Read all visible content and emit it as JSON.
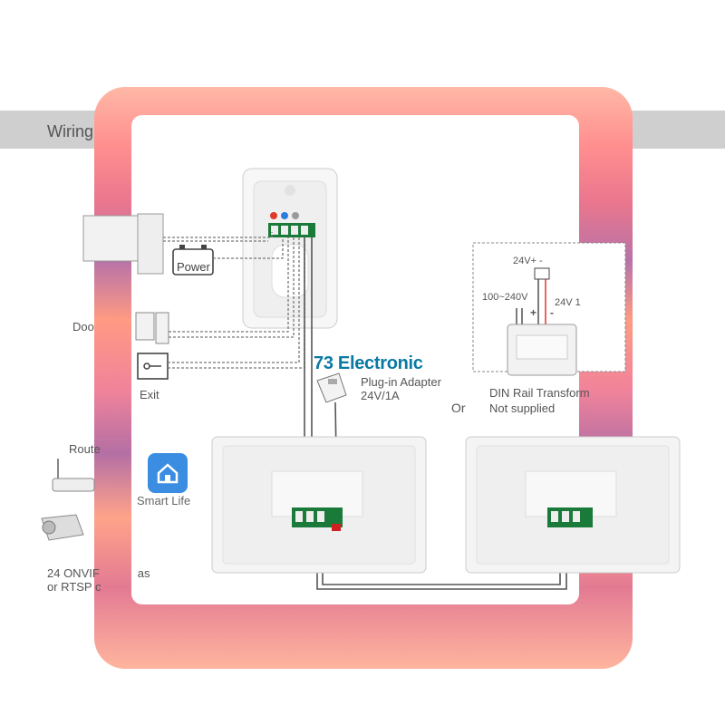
{
  "header": {
    "title": "Wiring"
  },
  "devices": {
    "power_label": "Power",
    "door_label": "Doo",
    "exit_label": "Exit",
    "router_label": "Route",
    "camera_label_line1": "24 ONVIF",
    "camera_label_line1_tail": "as",
    "camera_label_line2": "or RTSP c",
    "smart_life_label": "Smart Life"
  },
  "adapter": {
    "line1": "Plug-in Adapter",
    "line2": "24V/1A"
  },
  "din_rail": {
    "voltage_in": "100~240V",
    "voltage_out_top": "24V+ -",
    "voltage_out_side": "24V 1",
    "plus": "+",
    "minus": "-",
    "label_line1": "DIN Rail Transform",
    "label_line2": "Not supplied"
  },
  "or_label": "Or",
  "watermark": "73 Electronic",
  "colors": {
    "frame_accent": "#ff8f8f",
    "watermark": "#0a7aa3",
    "smart_life": "#3a8de0",
    "wire_red": "#e0261c"
  }
}
